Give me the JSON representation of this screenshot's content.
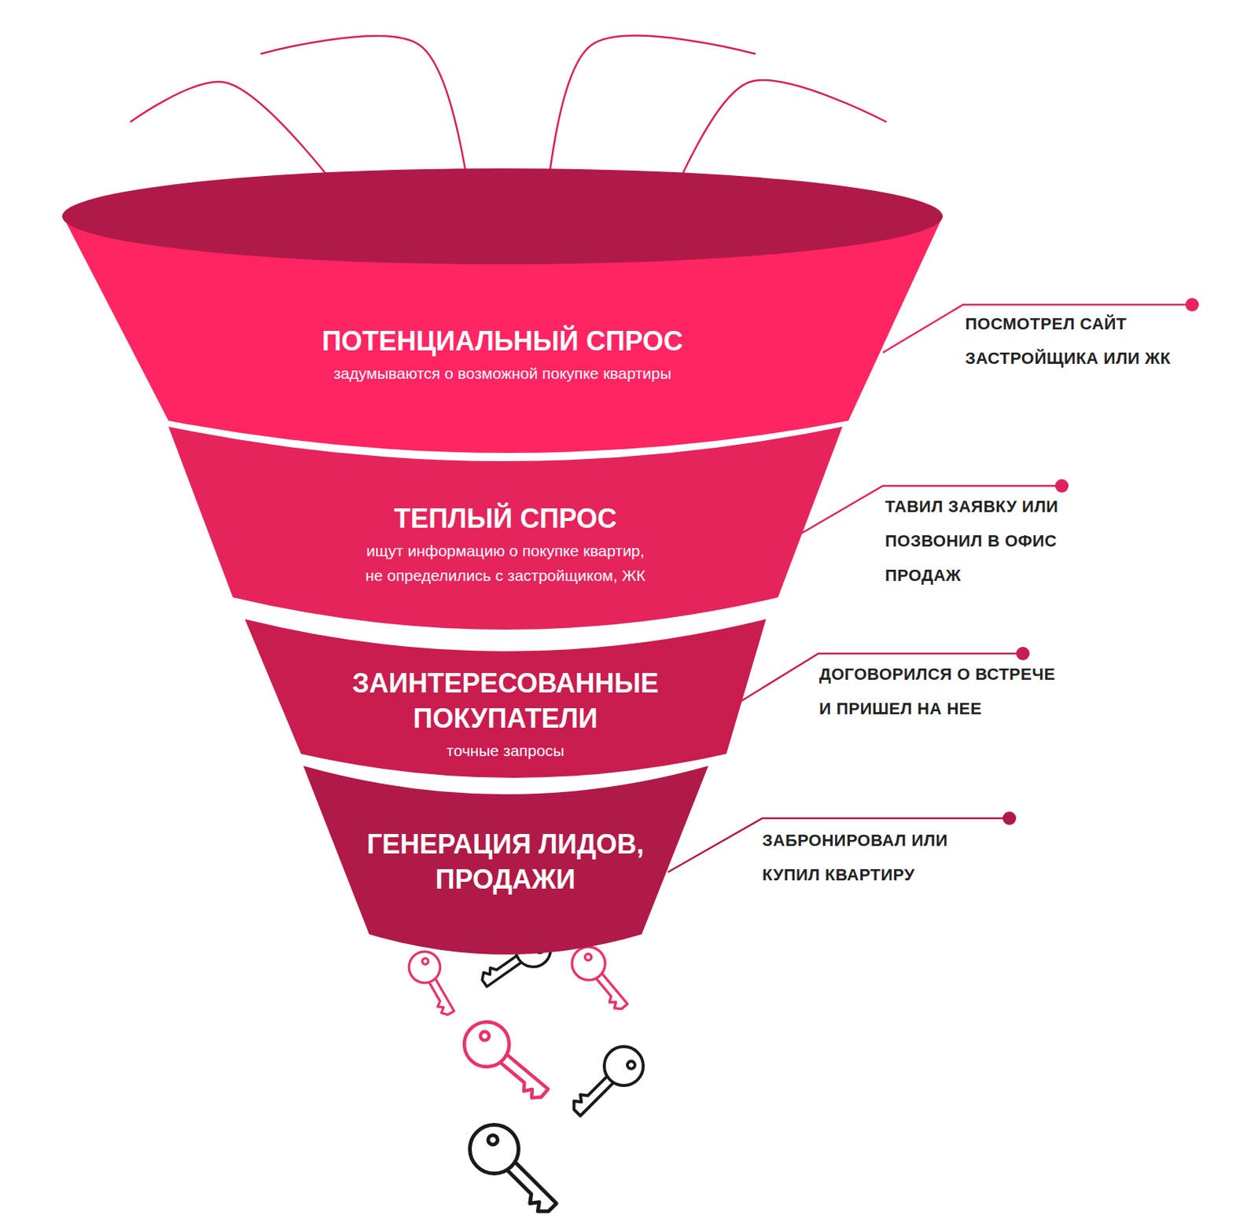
{
  "diagram": {
    "nodes": [
      {
        "text": [
          "ПОТЕНЦИАЛЬНЫЙ СПРОС",
          "задумываются о возможной покупке квартиры"
        ]
      },
      {
        "text": [
          "ТЕПЛЫЙ СПРОС",
          "ищут информацию о покупке квартир, не определились с застройщиком, ЖК"
        ]
      },
      {
        "text": [
          "ЗАИНТЕРЕСОВАННЫЕ ПОКУПАТЕЛИ",
          "точные запросы"
        ]
      },
      {
        "text": [
          "ГЕНЕРАЦИЯ ЛИДОВ, ПРОДАЖИ"
        ]
      }
    ],
    "edges": [],
    "labels": [
      "ПОСМОТРЕЛ САЙТ ЗАСТРОЙЩИКА ИЛИ ЖК",
      "ТАВИЛ ЗАЯВКУ ИЛИ ПОЗВОНИЛ В ОФИС ПРОДАЖ",
      "ДОГОВОРИЛСЯ О ВСТРЕЧЕ И ПРИШЕЛ НА НЕЕ",
      "ЗАБРОНИРОВАЛ ИЛИ КУПИЛ КВАРТИРУ"
    ]
  }
}
